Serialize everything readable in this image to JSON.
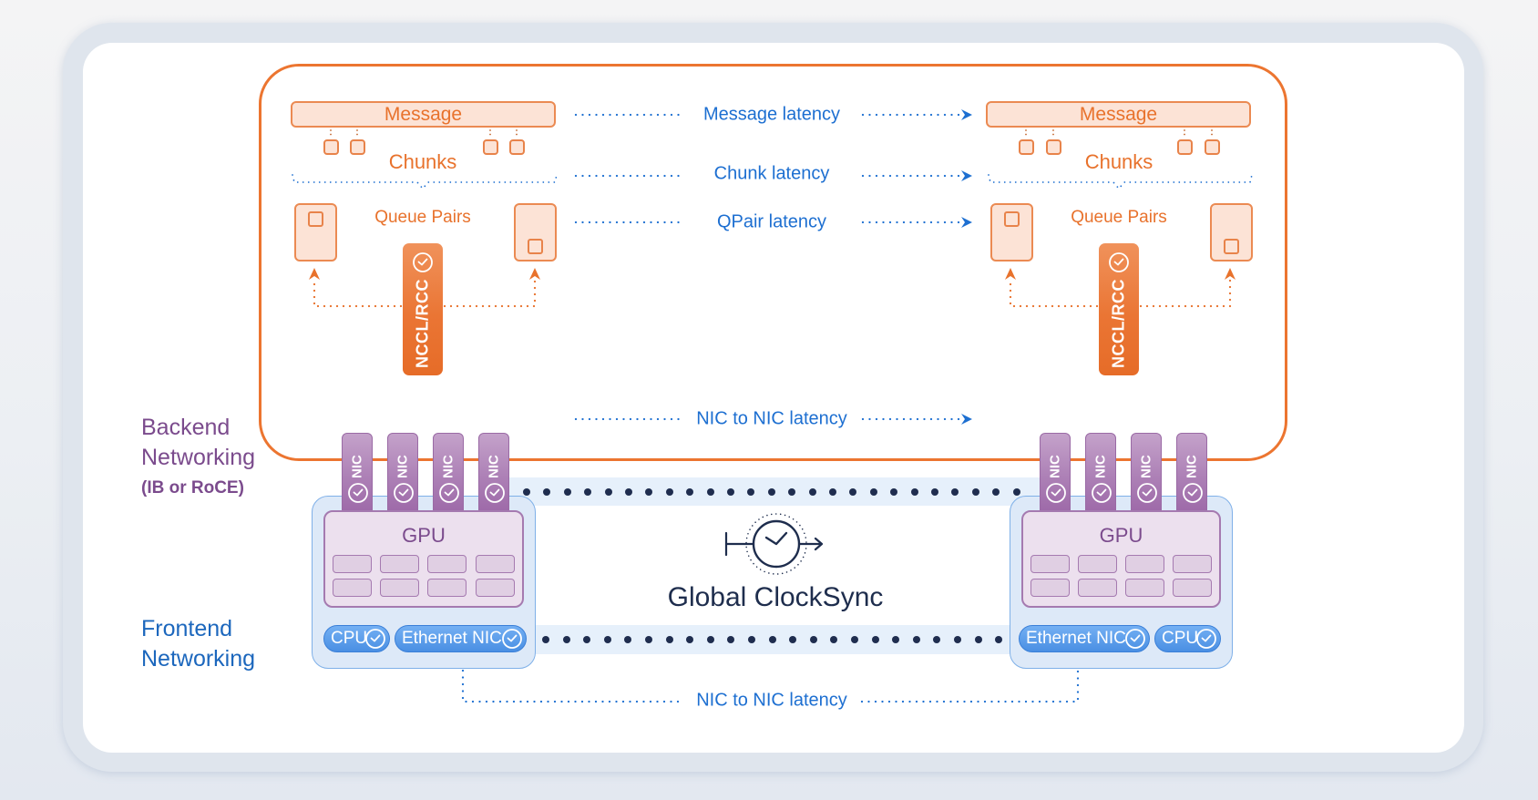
{
  "colors": {
    "orange_accent": "#ec7530",
    "latency_blue": "#1d6fd1",
    "backend_purple": "#7b4b8d",
    "frontend_blue": "#1c67bd",
    "sync_navy": "#1e2d4d"
  },
  "left_node": {
    "message": "Message",
    "chunks": "Chunks",
    "queue_pairs": "Queue Pairs",
    "collective_lib": "NCCL/RCC",
    "nics": [
      "NIC",
      "NIC",
      "NIC",
      "NIC"
    ],
    "gpu": "GPU",
    "cpu": "CPU",
    "ethernet_nic": "Ethernet NIC"
  },
  "right_node": {
    "message": "Message",
    "chunks": "Chunks",
    "queue_pairs": "Queue Pairs",
    "collective_lib": "NCCL/RCC",
    "nics": [
      "NIC",
      "NIC",
      "NIC",
      "NIC"
    ],
    "gpu": "GPU",
    "cpu": "CPU",
    "ethernet_nic": "Ethernet NIC"
  },
  "latencies": {
    "message": "Message latency",
    "chunk": "Chunk latency",
    "qpair": "QPair latency",
    "backend_nic": "NIC to NIC latency",
    "frontend_nic": "NIC to NIC latency"
  },
  "labels": {
    "backend_line1": "Backend",
    "backend_line2": "Networking",
    "backend_sub": "(IB or RoCE)",
    "frontend_line1": "Frontend",
    "frontend_line2": "Networking"
  },
  "clocksync": {
    "title": "Global ClockSync",
    "icon": "clock-sync-icon"
  },
  "icons": {
    "timestamp": "clock-icon",
    "arrow": "arrow-right-icon"
  }
}
